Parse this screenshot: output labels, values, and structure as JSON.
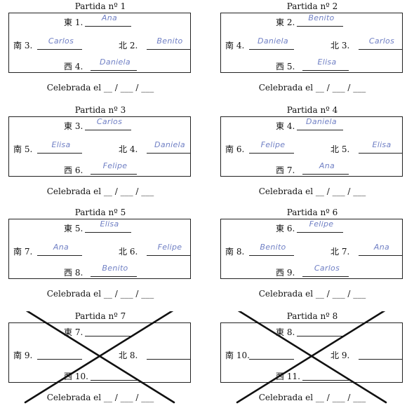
{
  "winds": {
    "north": "東",
    "south": "南",
    "east": "北",
    "west": "西"
  },
  "date_template": "Celebrada el __ / ___ / ___",
  "games": [
    {
      "title": "Partida nº 1",
      "north": {
        "num": "1.",
        "name": "Ana"
      },
      "south": {
        "num": "3.",
        "name": "Carlos"
      },
      "east": {
        "num": "2.",
        "name": "Benito"
      },
      "west": {
        "num": "4.",
        "name": "Daniela"
      },
      "cancelled": false
    },
    {
      "title": "Partida nº 2",
      "north": {
        "num": "2.",
        "name": "Benito"
      },
      "south": {
        "num": "4.",
        "name": "Daniela"
      },
      "east": {
        "num": "3.",
        "name": "Carlos"
      },
      "west": {
        "num": "5.",
        "name": "Elisa"
      },
      "cancelled": false
    },
    {
      "title": "Partida nº 3",
      "north": {
        "num": "3.",
        "name": "Carlos"
      },
      "south": {
        "num": "5.",
        "name": "Elisa"
      },
      "east": {
        "num": "4.",
        "name": "Daniela"
      },
      "west": {
        "num": "6.",
        "name": "Felipe"
      },
      "cancelled": false
    },
    {
      "title": "Partida nº 4",
      "north": {
        "num": "4.",
        "name": "Daniela"
      },
      "south": {
        "num": "6.",
        "name": "Felipe"
      },
      "east": {
        "num": "5.",
        "name": "Elisa"
      },
      "west": {
        "num": "7.",
        "name": "Ana"
      },
      "cancelled": false
    },
    {
      "title": "Partida nº 5",
      "north": {
        "num": "5.",
        "name": "Elisa"
      },
      "south": {
        "num": "7.",
        "name": "Ana"
      },
      "east": {
        "num": "6.",
        "name": "Felipe"
      },
      "west": {
        "num": "8.",
        "name": "Benito"
      },
      "cancelled": false
    },
    {
      "title": "Partida nº 6",
      "north": {
        "num": "6.",
        "name": "Felipe"
      },
      "south": {
        "num": "8.",
        "name": "Benito"
      },
      "east": {
        "num": "7.",
        "name": "Ana"
      },
      "west": {
        "num": "9.",
        "name": "Carlos"
      },
      "cancelled": false
    },
    {
      "title": "Partida nº 7",
      "north": {
        "num": "7.",
        "name": ""
      },
      "south": {
        "num": "9.",
        "name": ""
      },
      "east": {
        "num": "8.",
        "name": ""
      },
      "west": {
        "num": "10.",
        "name": ""
      },
      "cancelled": true
    },
    {
      "title": "Partida nº 8",
      "north": {
        "num": "8.",
        "name": ""
      },
      "south": {
        "num": "10.",
        "name": ""
      },
      "east": {
        "num": "9.",
        "name": ""
      },
      "west": {
        "num": "11.",
        "name": ""
      },
      "cancelled": true
    }
  ]
}
